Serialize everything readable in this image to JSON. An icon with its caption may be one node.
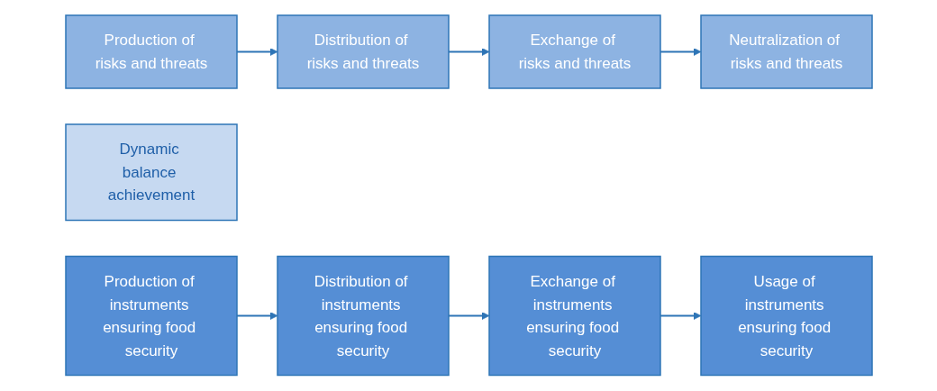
{
  "diagram": {
    "nodes": [
      {
        "text": [
          "Production of risks and threats"
        ]
      },
      {
        "text": [
          "Distribution of risks and threats"
        ]
      },
      {
        "text": [
          "Exchange of risks and threats"
        ]
      },
      {
        "text": [
          "Neutralization of risks and threats"
        ]
      },
      {
        "text": [
          "Dynamic balance achievement"
        ]
      },
      {
        "text": [
          "Production of instruments ensuring food security"
        ]
      },
      {
        "text": [
          "Distribution of instruments ensuring food security"
        ]
      },
      {
        "text": [
          "Exchange of instruments ensuring food security"
        ]
      },
      {
        "text": [
          "Usage of instruments ensuring food security"
        ]
      }
    ],
    "edges": [
      {
        "from": 0,
        "to": 1,
        "arrow": "to"
      },
      {
        "from": 1,
        "to": 2,
        "arrow": "to"
      },
      {
        "from": 2,
        "to": 3,
        "arrow": "to"
      },
      {
        "from": 5,
        "to": 6,
        "arrow": "to"
      },
      {
        "from": 6,
        "to": 7,
        "arrow": "to"
      },
      {
        "from": 7,
        "to": 8,
        "arrow": "to"
      }
    ]
  }
}
